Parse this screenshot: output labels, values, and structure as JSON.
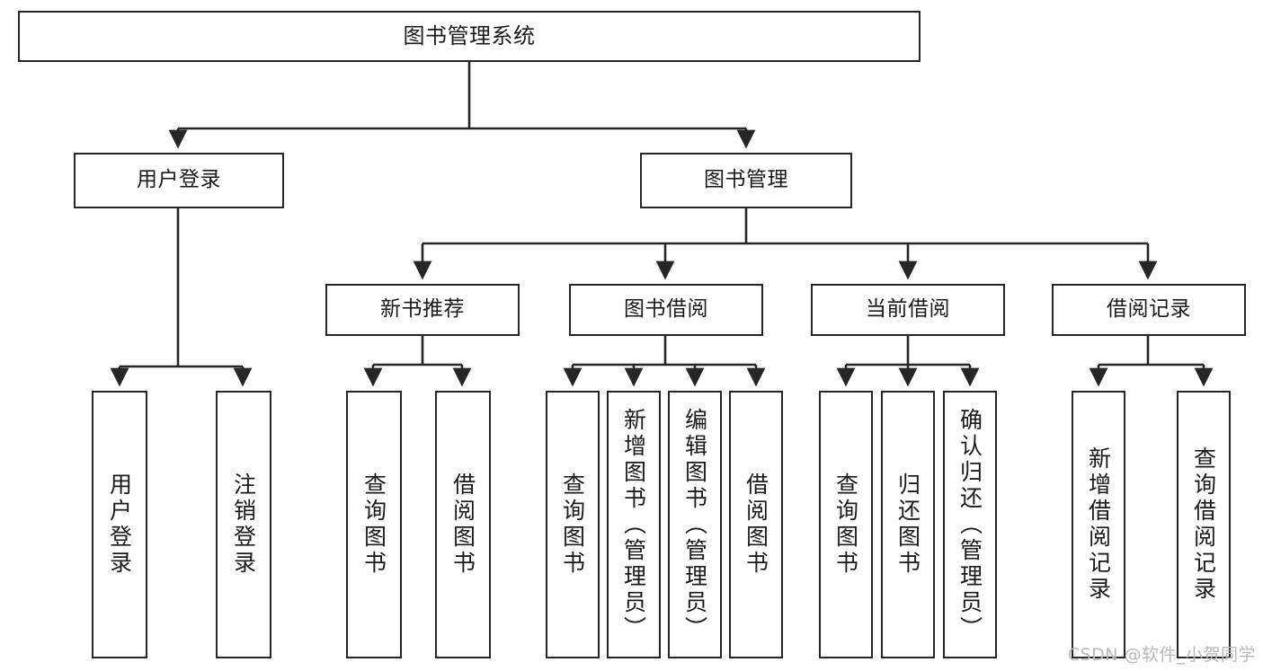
{
  "diagram": {
    "title": "图书管理系统",
    "type": "tree-hierarchy",
    "watermark": "CSDN @软件_小贺同学",
    "colors": {
      "stroke": "#262626",
      "fill": "#ffffff",
      "text": "#1a1a1a",
      "watermark": "#b9b9b9"
    }
  },
  "nodes": {
    "root": {
      "label": "图书管理系统"
    },
    "level2": [
      {
        "id": "user-login",
        "label": "用户登录"
      },
      {
        "id": "book-manage",
        "label": "图书管理"
      }
    ],
    "level3": [
      {
        "id": "new-book-recommend",
        "label": "新书推荐"
      },
      {
        "id": "book-borrow",
        "label": "图书借阅"
      },
      {
        "id": "current-borrow",
        "label": "当前借阅"
      },
      {
        "id": "borrow-record",
        "label": "借阅记录"
      }
    ],
    "leaves": {
      "user_login": [
        {
          "id": "leaf-user-login",
          "label": "用户登录"
        },
        {
          "id": "leaf-logout-login",
          "label": "注销登录"
        }
      ],
      "new_book_recommend": [
        {
          "id": "leaf-query-book-1",
          "label": "查询图书"
        },
        {
          "id": "leaf-borrow-book-1",
          "label": "借阅图书"
        }
      ],
      "book_borrow": [
        {
          "id": "leaf-query-book-2",
          "label": "查询图书"
        },
        {
          "id": "leaf-add-book",
          "label": "新增图书（管理员）"
        },
        {
          "id": "leaf-edit-book",
          "label": "编辑图书（管理员）"
        },
        {
          "id": "leaf-borrow-book-2",
          "label": "借阅图书"
        }
      ],
      "current_borrow": [
        {
          "id": "leaf-query-book-3",
          "label": "查询图书"
        },
        {
          "id": "leaf-return-book",
          "label": "归还图书"
        },
        {
          "id": "leaf-confirm-return",
          "label": "确认归还（管理员）"
        }
      ],
      "borrow_record": [
        {
          "id": "leaf-add-record",
          "label": "新增借阅记录"
        },
        {
          "id": "leaf-query-record",
          "label": "查询借阅记录"
        }
      ]
    }
  }
}
